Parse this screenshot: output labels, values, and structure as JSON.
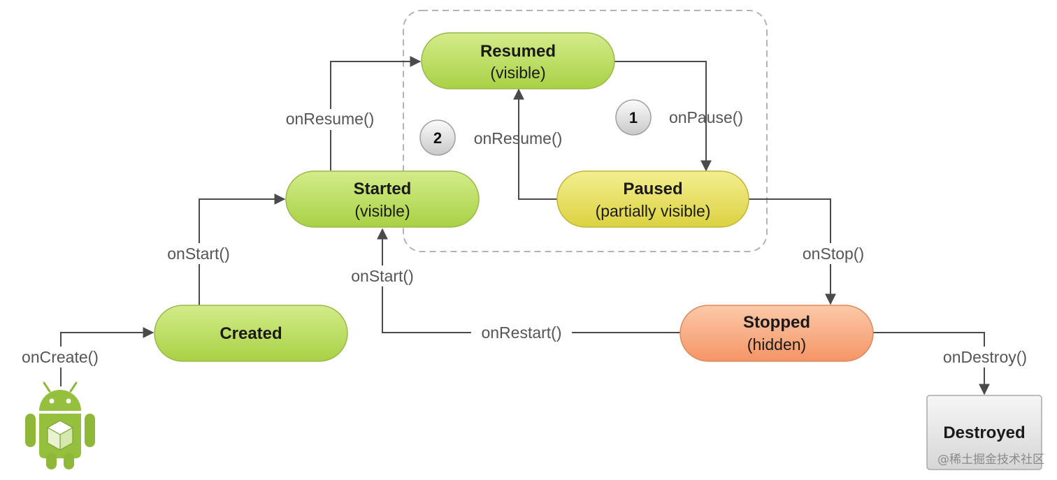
{
  "states": {
    "resumed": {
      "title": "Resumed",
      "subtitle": "(visible)"
    },
    "started": {
      "title": "Started",
      "subtitle": "(visible)"
    },
    "paused": {
      "title": "Paused",
      "subtitle": "(partially visible)"
    },
    "created": {
      "title": "Created",
      "subtitle": ""
    },
    "stopped": {
      "title": "Stopped",
      "subtitle": "(hidden)"
    },
    "destroyed": {
      "title": "Destroyed",
      "subtitle": ""
    }
  },
  "transitions": {
    "on_create": "onCreate()",
    "on_start_up": "onStart()",
    "on_resume_left": "onResume()",
    "on_resume_inner": "onResume()",
    "on_pause": "onPause()",
    "on_stop": "onStop()",
    "on_start_restart": "onStart()",
    "on_restart": "onRestart()",
    "on_destroy": "onDestroy()"
  },
  "badges": {
    "pause_badge": "1",
    "resume_badge": "2"
  },
  "watermark": "@稀土掘金技术社区",
  "colors": {
    "green_state": "#b4d955",
    "yellow_state": "#e6dd57",
    "orange_state": "#f7a57a",
    "gray_state": "#e4e4e4",
    "edge": "#4a4a4a",
    "label": "#555555",
    "android_green": "#8fb83a"
  },
  "icons": {
    "android": "android-robot-icon"
  }
}
